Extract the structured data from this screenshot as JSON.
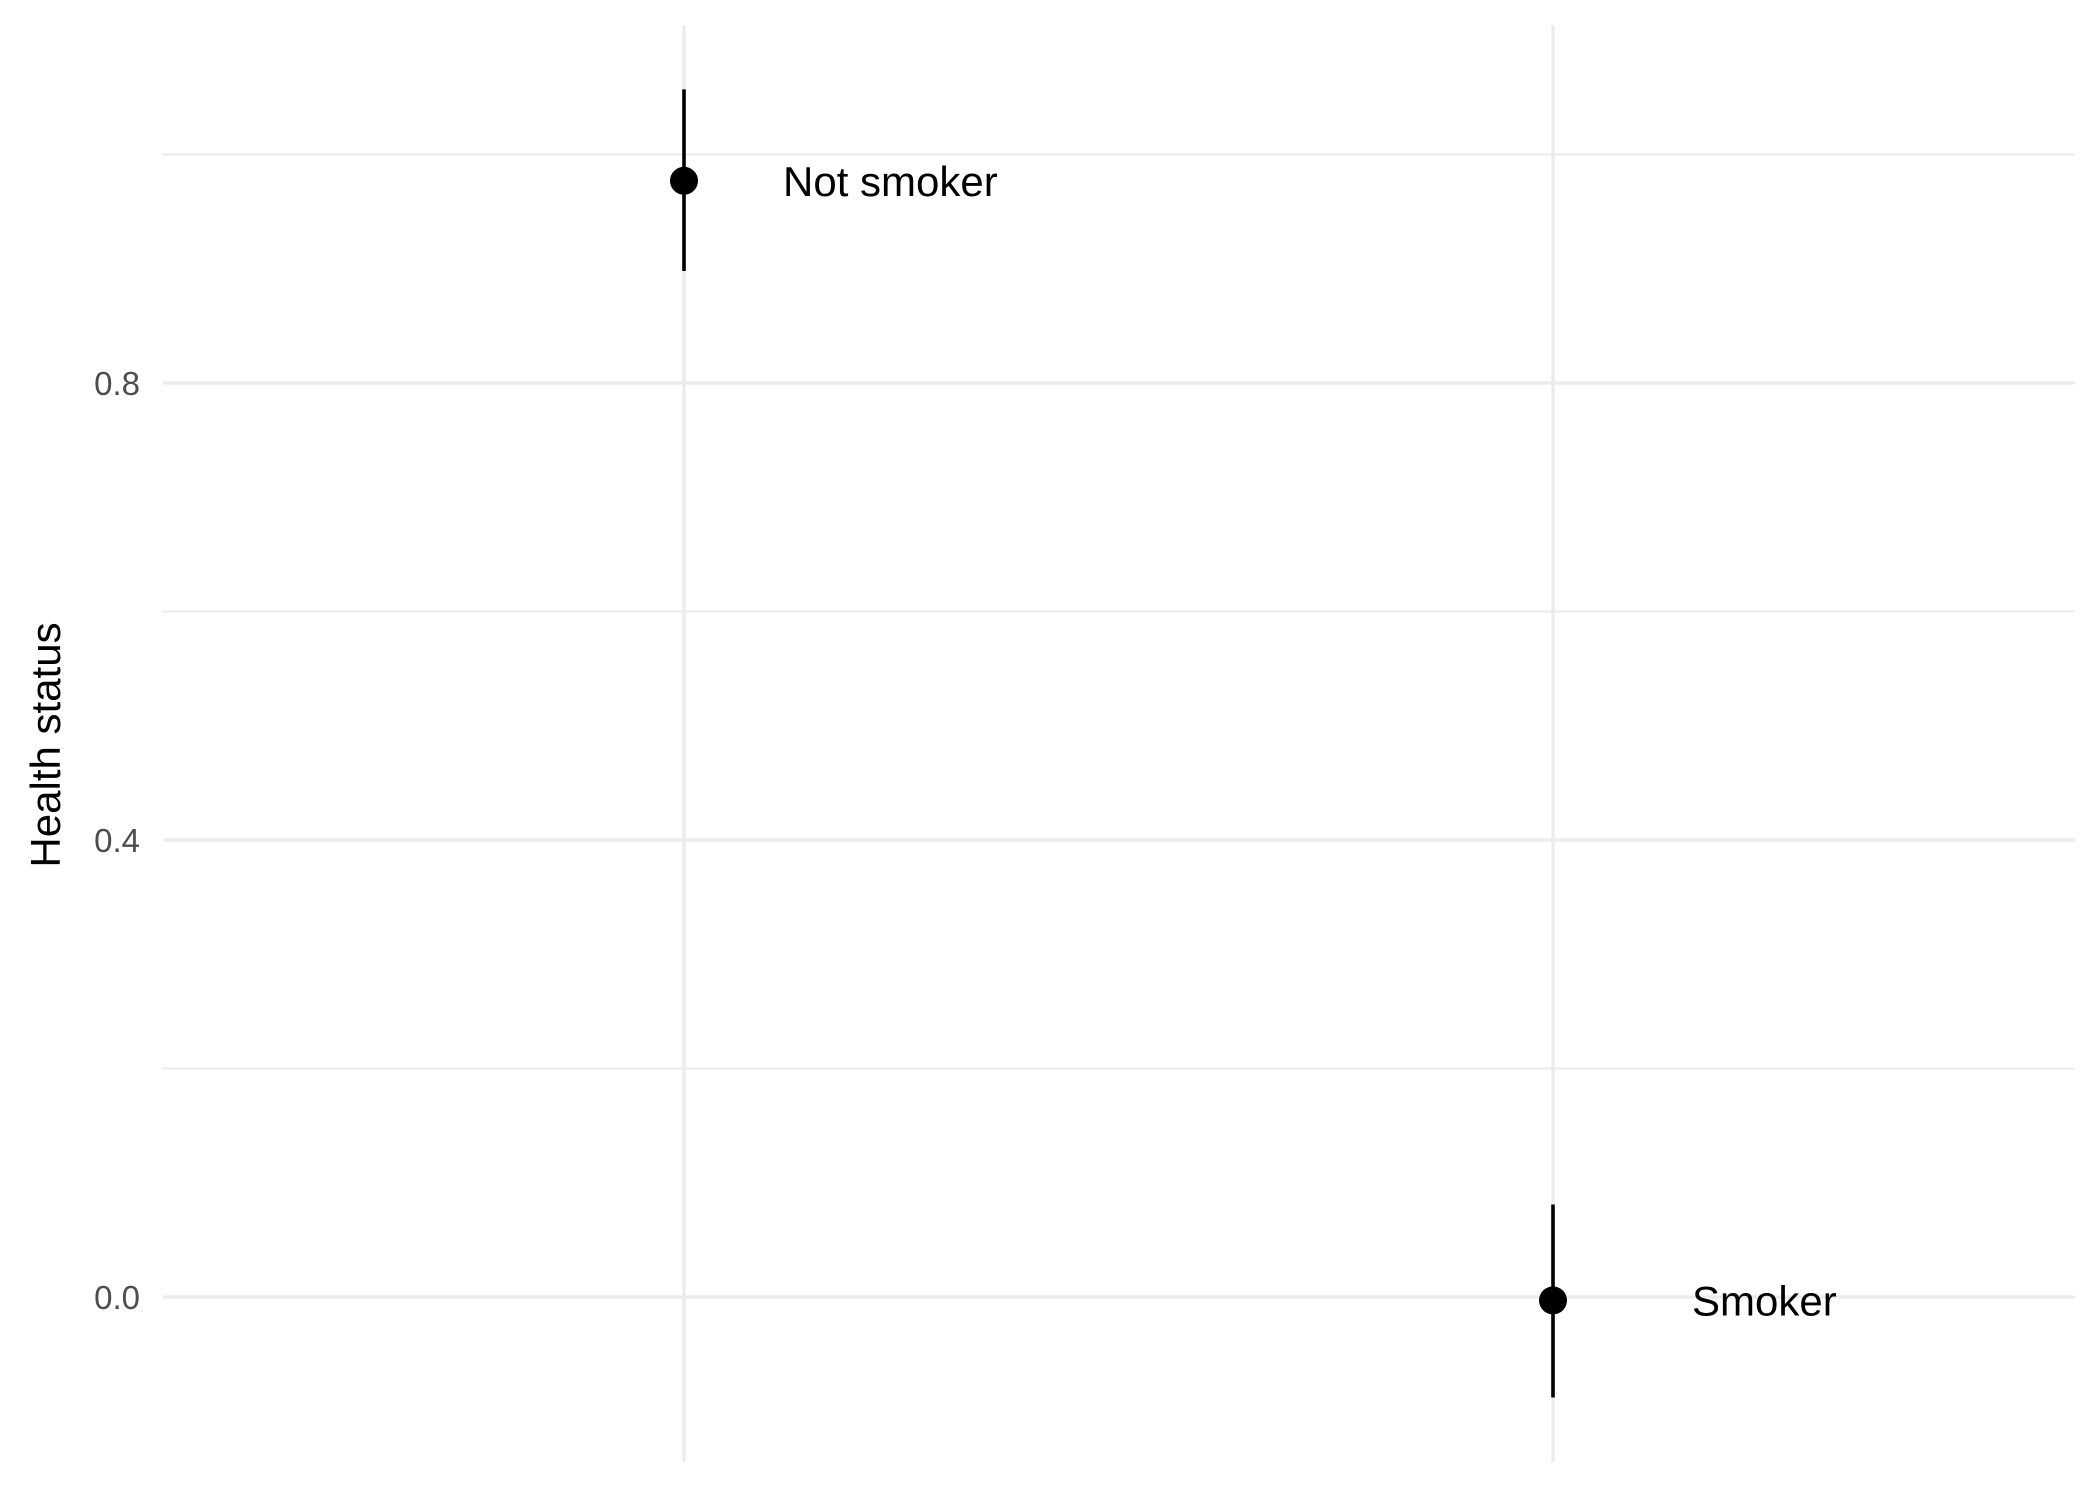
{
  "chart_data": {
    "type": "scatter",
    "title": "",
    "xlabel": "",
    "ylabel": "Health status",
    "ylim": [
      -0.14,
      1.12
    ],
    "y_ticks": [
      0.0,
      0.4,
      0.8
    ],
    "y_tick_labels": [
      "0.0",
      "0.4",
      "0.8"
    ],
    "y_minor_ticks": [
      0.2,
      0.6,
      1.0
    ],
    "grid": true,
    "legend": "none",
    "colors": {
      "point": "#000000",
      "grid": "#ebebeb",
      "tick_text": "#4d4d4d"
    },
    "categories": [
      "Not smoker",
      "Smoker"
    ],
    "points": [
      {
        "category": "Not smoker",
        "label": "Not smoker",
        "y": 0.977,
        "ymin": 0.898,
        "ymax": 1.057
      },
      {
        "category": "Smoker",
        "label": "Smoker",
        "y": -0.003,
        "ymin": -0.088,
        "ymax": 0.081
      }
    ]
  }
}
